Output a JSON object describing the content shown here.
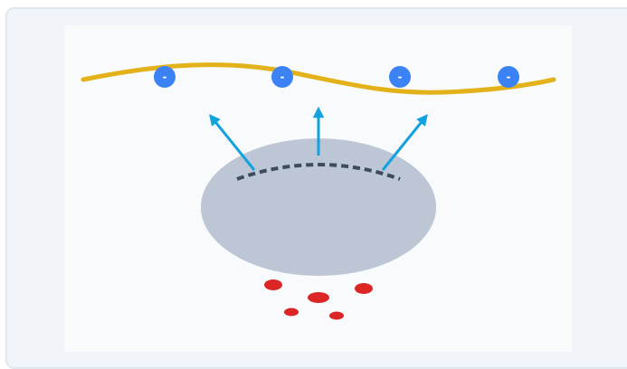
{
  "colors": {
    "frame_background": "#f1f4f9",
    "frame_border": "#e2e7ef",
    "panel_background": "#f8fafc",
    "wire": "#e3b21a",
    "charge_fill": "#3b82f6",
    "charge_text": "#ffffff",
    "ellipse_fill": "#bcc6d4",
    "dashed_arc": "#3d4b5c",
    "arrow": "#12a3df",
    "red_blob": "#dc2626"
  },
  "charges": [
    {
      "label": "-",
      "icon": "negative-charge-icon"
    },
    {
      "label": "-",
      "icon": "negative-charge-icon"
    },
    {
      "label": "-",
      "icon": "negative-charge-icon"
    },
    {
      "label": "-",
      "icon": "negative-charge-icon"
    }
  ],
  "arrows": [
    {
      "direction": "up-left"
    },
    {
      "direction": "up"
    },
    {
      "direction": "up-right"
    }
  ],
  "red_particle_count": 5
}
